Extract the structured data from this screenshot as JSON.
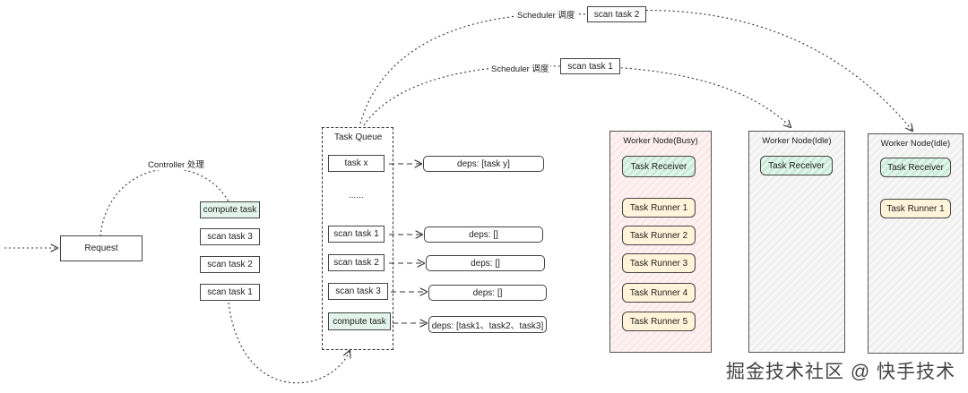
{
  "request": {
    "label": "Request"
  },
  "controller": {
    "label": "Controller 处理"
  },
  "controller_tasks": [
    "compute task",
    "scan task 3",
    "scan task 2",
    "scan task 1"
  ],
  "queue": {
    "title": "Task Queue",
    "ellipsis": "......",
    "tasks": [
      {
        "name": "task x",
        "deps": "deps: [task y]"
      },
      {
        "name": "scan task 1",
        "deps": "deps: []"
      },
      {
        "name": "scan task 2",
        "deps": "deps: []"
      },
      {
        "name": "scan task 3",
        "deps": "deps: []"
      },
      {
        "name": "compute task",
        "deps": "deps: [task1、task2、task3]"
      }
    ]
  },
  "scheduler": [
    {
      "label": "Scheduler 调度",
      "task": "scan task 2"
    },
    {
      "label": "Scheduler 调度",
      "task": "scan task 1"
    }
  ],
  "workers": [
    {
      "title": "Worker Node(Busy)",
      "receiver": "Task Receiver",
      "runners": [
        "Task Runner 1",
        "Task Runner 2",
        "Task Runner 3",
        "Task Runner 4",
        "Task Runner 5"
      ]
    },
    {
      "title": "Worker Node(Idle)",
      "receiver": "Task Receiver",
      "runners": []
    },
    {
      "title": "Worker Node(Idle)",
      "receiver": "Task Receiver",
      "runners": [
        "Task Runner 1"
      ]
    }
  ],
  "watermark": "掘金技术社区 @ 快手技术",
  "colors": {
    "compute_green": "#e3f4ec",
    "runner_yellow": "#fff4d9",
    "busy_red": "#fbe9e9",
    "receiver_green": "#c9ecd9"
  }
}
